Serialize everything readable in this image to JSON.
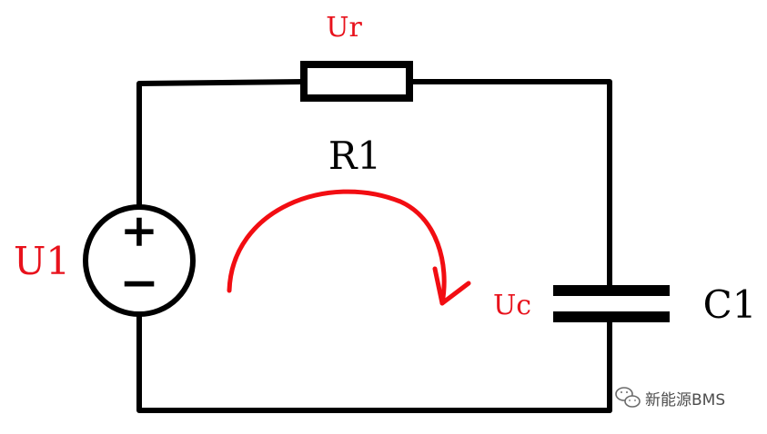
{
  "labels": {
    "ur": "Ur",
    "r1": "R1",
    "u1": "U1",
    "uc": "Uc",
    "c1": "C1"
  },
  "source": {
    "plus": "+",
    "minus": "−"
  },
  "watermark": {
    "text": "新能源BMS",
    "icon": "wechat-icon"
  },
  "colors": {
    "wire": "#000000",
    "label_red": "#e8121c",
    "arrow": "#f20d12",
    "watermark_text": "#4d4d4d"
  }
}
